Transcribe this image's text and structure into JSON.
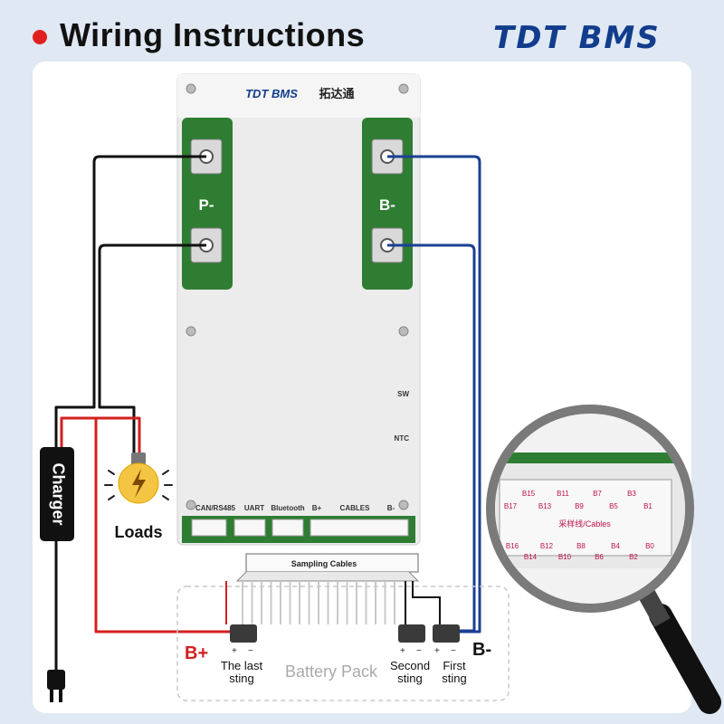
{
  "header": {
    "title": "Wiring Instructions",
    "brand": "TDT BMS"
  },
  "board": {
    "brand": "TDT BMS",
    "brand_cn": "拓达通",
    "terminal_left": "P-",
    "terminal_right": "B-",
    "side_labels": [
      "SW",
      "NTC"
    ],
    "ports": [
      "CAN/RS485",
      "UART",
      "Bluetooth",
      "B+",
      "CABLES",
      "B-"
    ]
  },
  "charger": {
    "label": "Charger"
  },
  "loads": {
    "label": "Loads"
  },
  "sampling": {
    "label": "Sampling  Cables"
  },
  "battery": {
    "label": "Battery Pack",
    "b_plus": "B+",
    "b_minus": "B-",
    "strings": [
      {
        "label": "The last sting",
        "lines": [
          "The last",
          "sting"
        ]
      },
      {
        "label": "Second sting",
        "lines": [
          "Second",
          "sting"
        ]
      },
      {
        "label": "First sting",
        "lines": [
          "First",
          "sting"
        ]
      }
    ],
    "plus_sign": "+",
    "minus_sign": "−"
  },
  "magnifier": {
    "top_pins": [
      "B15",
      "B13",
      "B11",
      "B9",
      "B7",
      "B5",
      "B3",
      "B1"
    ],
    "top_pins_row2": [
      "B17",
      "B13",
      "B9",
      "B5",
      "B1"
    ],
    "top_row": [
      "B15",
      "B11",
      "B7",
      "B3"
    ],
    "mid_row": [
      "B17",
      "B13",
      "B9",
      "B5",
      "B1"
    ],
    "bottom_row": [
      "B16",
      "B12",
      "B8",
      "B4",
      "B0"
    ],
    "bottom_row2": [
      "B14",
      "B10",
      "B6",
      "B2"
    ],
    "center_label": "采样线/Cables"
  },
  "colors": {
    "positive_wire": "#d41f1f",
    "negative_wire": "#111111",
    "b_minus_wire": "#1b3f94",
    "pcb_green": "#2e7d32",
    "brand_blue": "#123c8c"
  }
}
